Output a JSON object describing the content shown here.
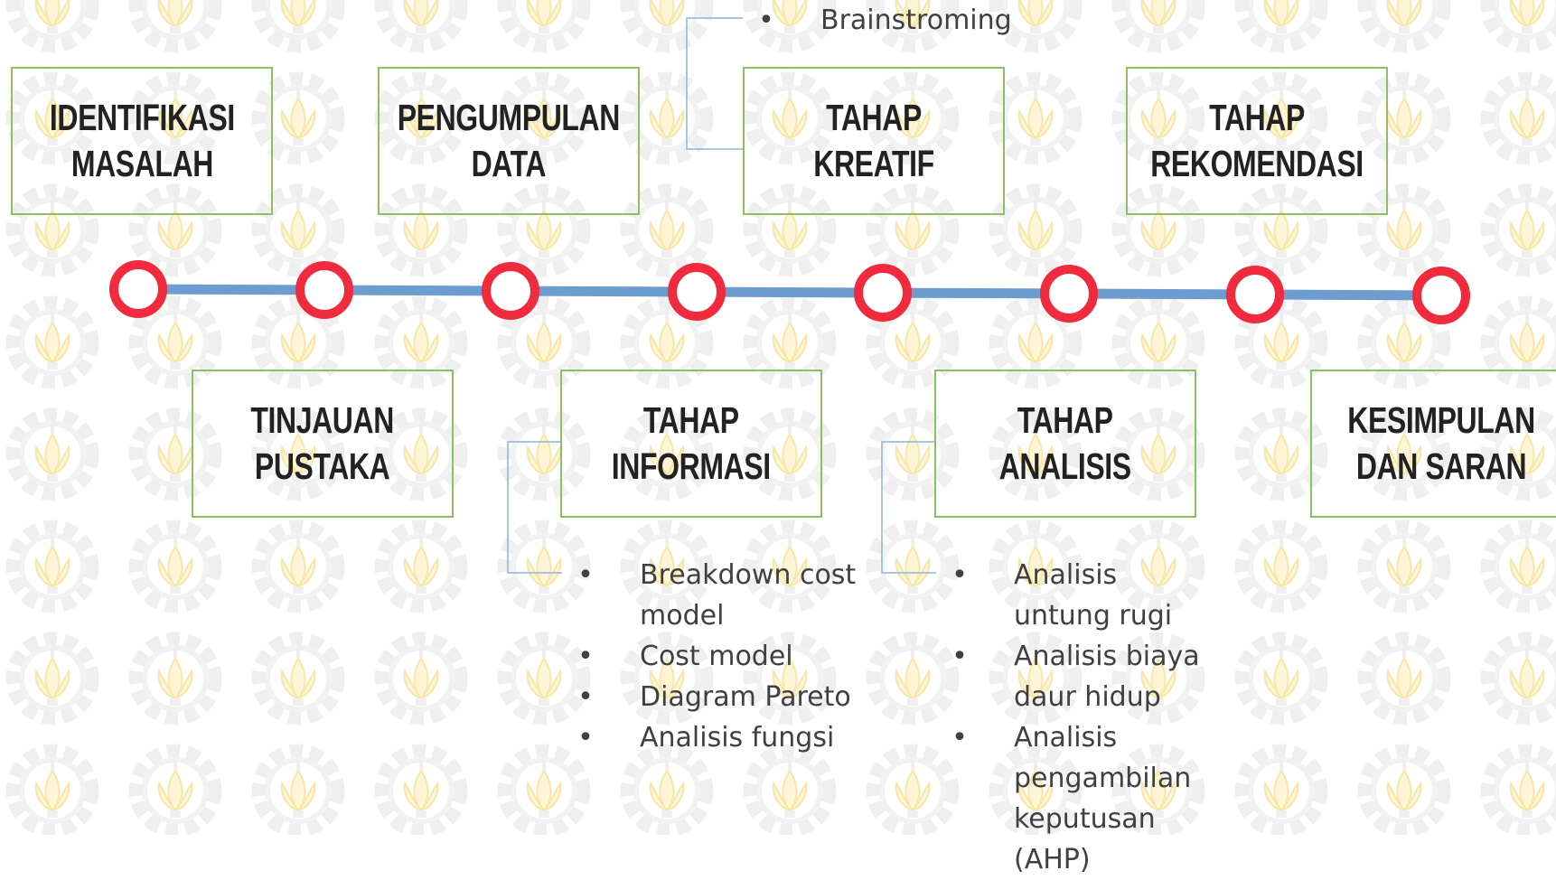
{
  "colors": {
    "box_border": "#8cc063",
    "timeline_line": "#6d9dcf",
    "node_ring": "#ef2b3d",
    "connector": "#8fb4dc",
    "watermark_dark": "#eeeeee",
    "watermark_gold": "#fbf1c7"
  },
  "watermark": {
    "icon": "its-logo-pattern"
  },
  "timeline": {
    "node_count": 8
  },
  "boxes": {
    "identifikasi": "IDENTIFIKASI\nMASALAH",
    "pengumpulan": "PENGUMPULAN\nDATA",
    "kreatif": "TAHAP KREATIF",
    "rekomendasi": "TAHAP\nREKOMENDASI",
    "tinjauan": "TINJAUAN\nPUSTAKA",
    "informasi": "TAHAP\nINFORMASI",
    "analisis": "TAHAP\nANALISIS",
    "kesimpulan": "KESIMPULAN\nDAN SARAN"
  },
  "bullet_char": "•",
  "kreatif_items": [
    "Brainstroming"
  ],
  "informasi_items": [
    "Breakdown cost model",
    "Cost model",
    "Diagram Pareto",
    "Analisis fungsi"
  ],
  "analisis_items": [
    "Analisis untung rugi",
    "Analisis biaya daur hidup",
    "Analisis pengambilan keputusan (AHP)"
  ]
}
